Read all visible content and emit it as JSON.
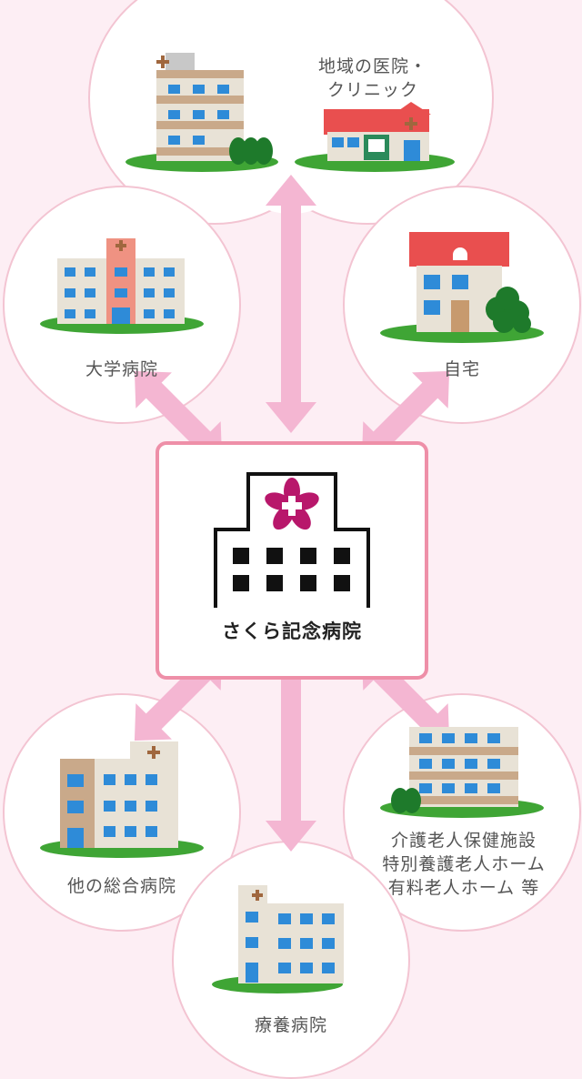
{
  "center": {
    "name": "さくら記念病院"
  },
  "nodes": {
    "clinic": {
      "label_line1": "地域の医院・",
      "label_line2": "クリニック"
    },
    "university": {
      "label": "大学病院"
    },
    "home": {
      "label": "自宅"
    },
    "general": {
      "label": "他の総合病院"
    },
    "care": {
      "label_line1": "介護老人保健施設",
      "label_line2": "特別養護老人ホーム",
      "label_line3": "有料老人ホーム 等"
    },
    "ryoyo": {
      "label": "療養病院"
    }
  },
  "colors": {
    "background": "#fdeef4",
    "circle_border": "#f3c4d2",
    "arrow": "#f4b6d2",
    "center_border": "#ee8fa8",
    "sakura": "#b8176b"
  }
}
